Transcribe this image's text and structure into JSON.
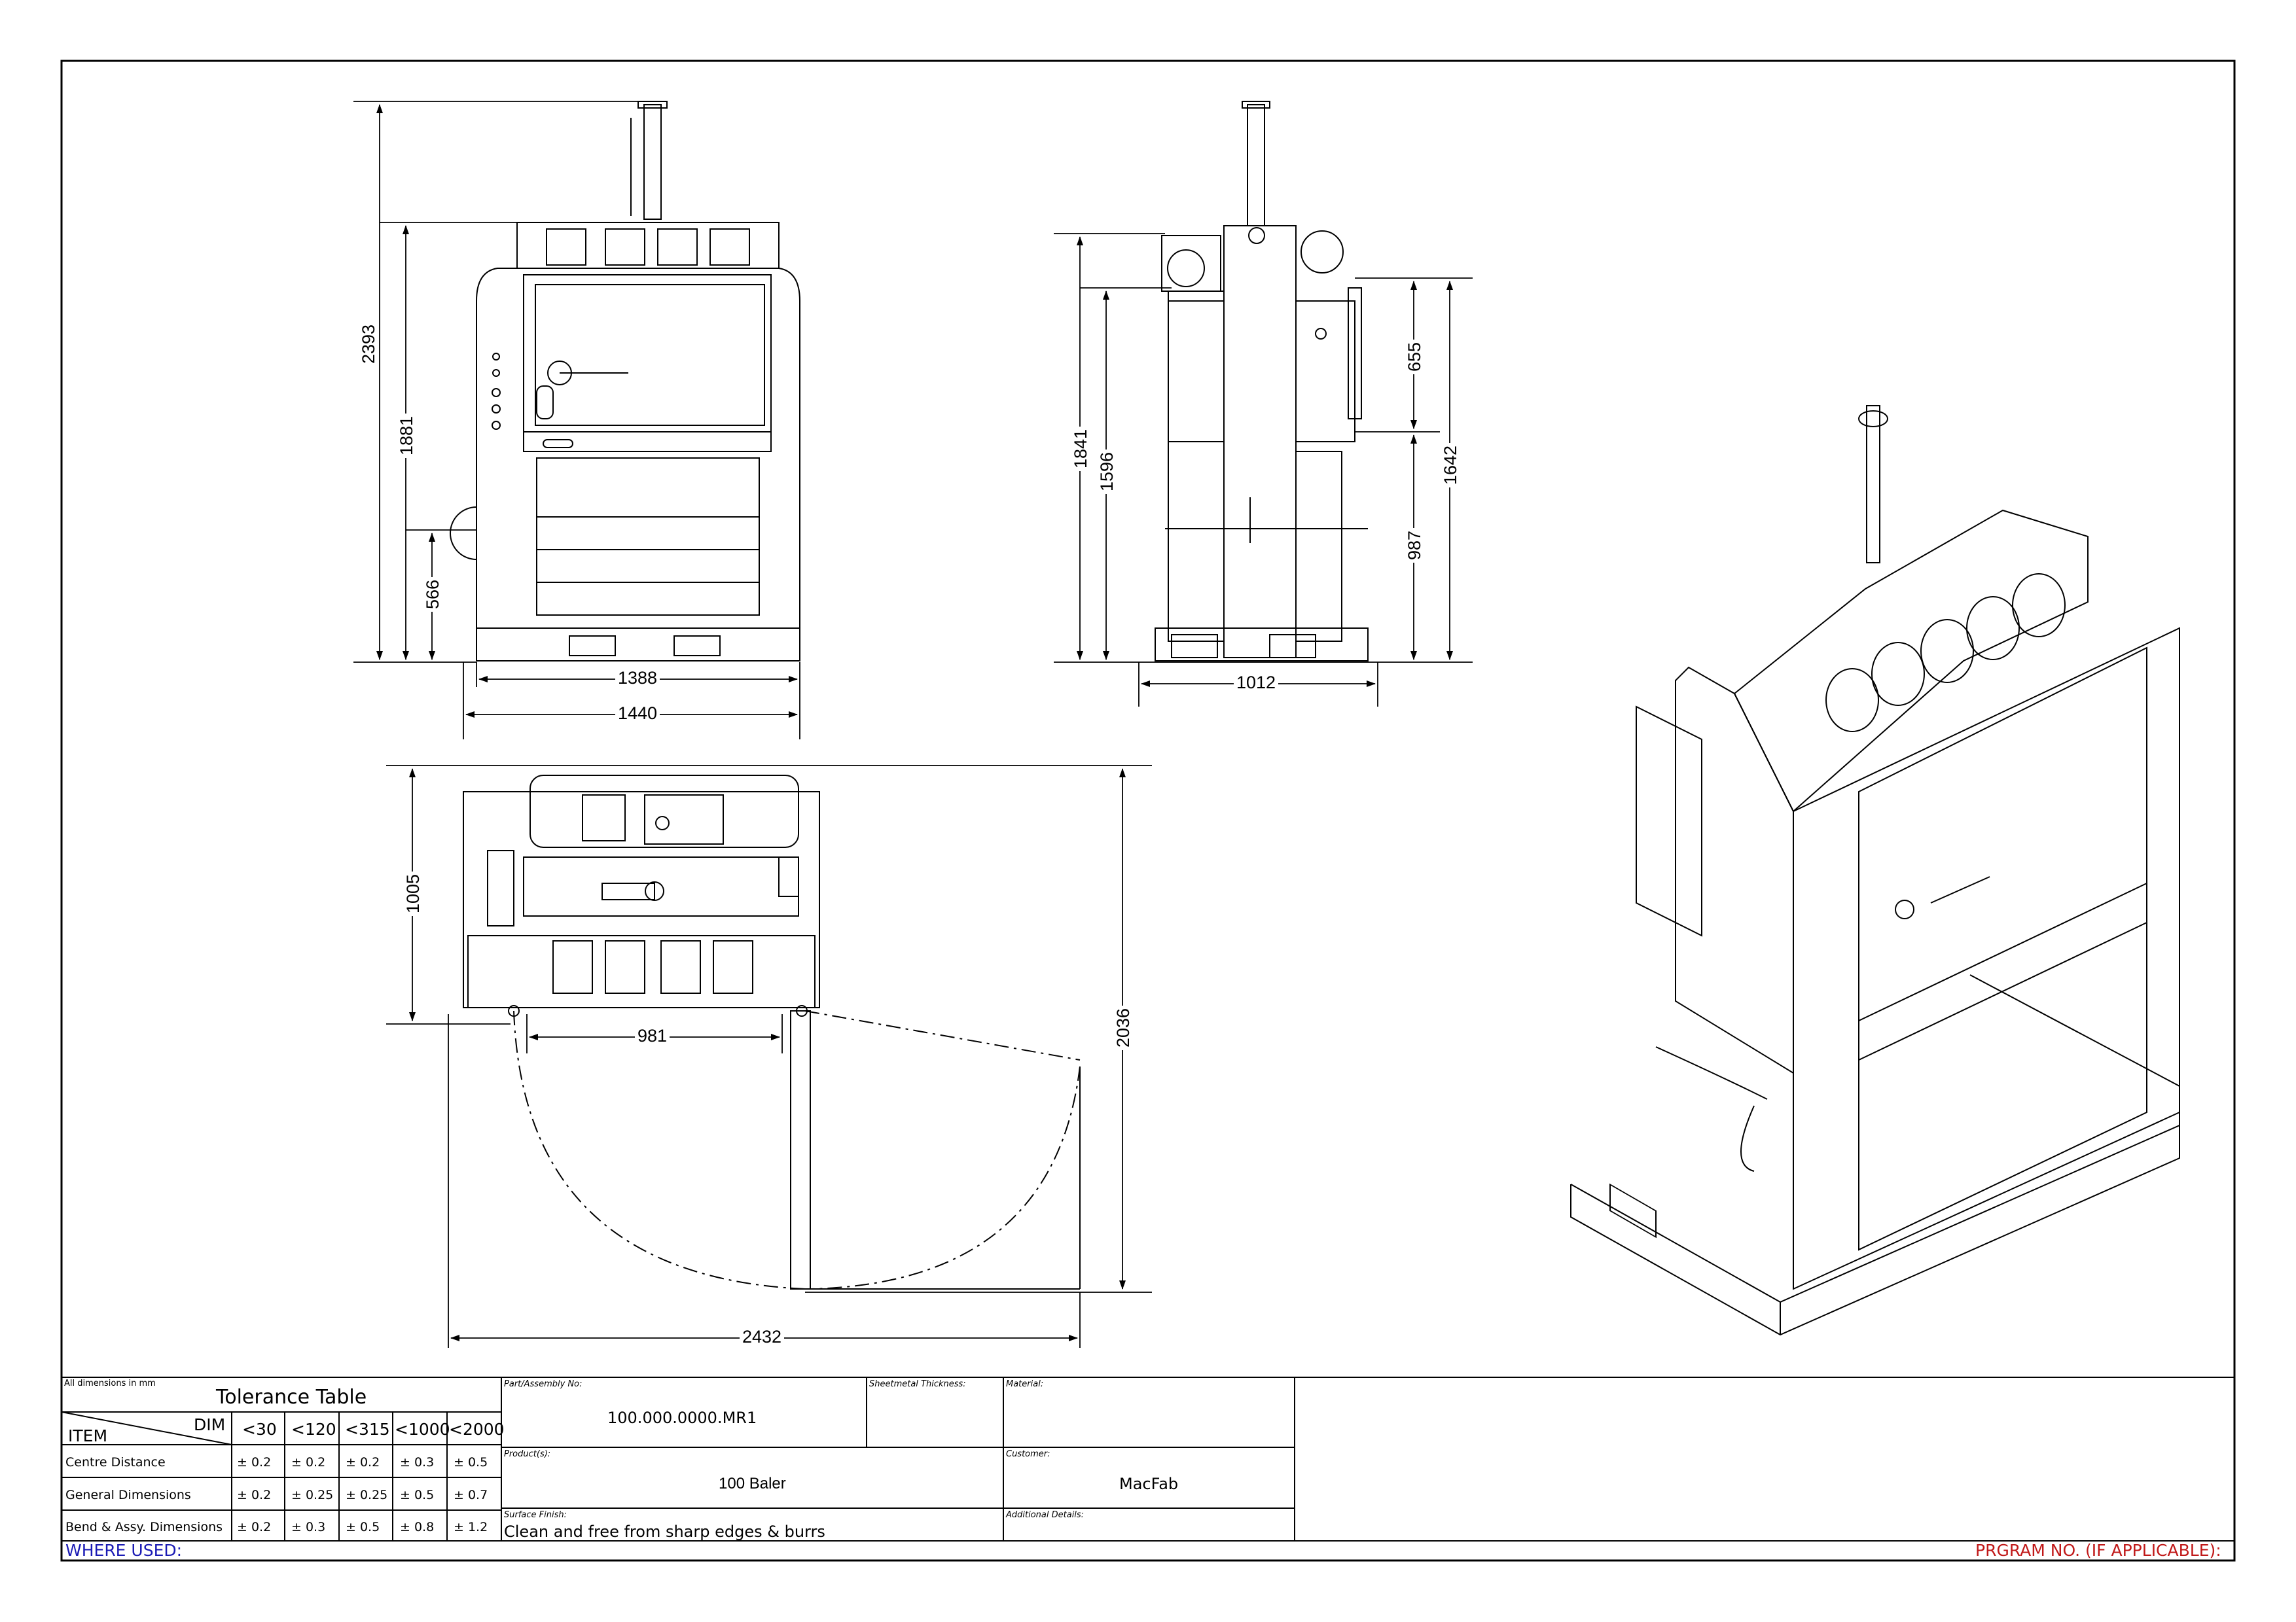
{
  "dimensions": {
    "front_overall_height": "2393",
    "front_body_height": "1881",
    "front_lower_height": "566",
    "front_inner_width": "1388",
    "front_outer_width": "1440",
    "side_height_1": "1841",
    "side_height_2": "1596",
    "side_depth": "1012",
    "side_upper_height": "655",
    "side_mid_height": "987",
    "side_total_height": "1642",
    "plan_depth": "1005",
    "plan_door_width": "981",
    "plan_door_swing_depth": "2036",
    "plan_door_swing_width": "2432"
  },
  "title_block": {
    "all_dims_note": "All dimensions in mm",
    "tolerance_title": "Tolerance Table",
    "col_dim": "DIM",
    "col_item": "ITEM",
    "col_headers": [
      "<30",
      "<120",
      "<315",
      "<1000",
      "<2000"
    ],
    "rows": [
      {
        "label": "Centre Distance",
        "values": [
          "± 0.2",
          "± 0.2",
          "± 0.2",
          "± 0.3",
          "± 0.5"
        ]
      },
      {
        "label": "General Dimensions",
        "values": [
          "± 0.2",
          "± 0.25",
          "± 0.25",
          "± 0.5",
          "± 0.7"
        ]
      },
      {
        "label": "Bend & Assy. Dimensions",
        "values": [
          "± 0.2",
          "± 0.3",
          "± 0.5",
          "± 0.8",
          "± 1.2"
        ]
      }
    ],
    "part_caption": "Part/Assembly No:",
    "part_value": "100.000.0000.MR1",
    "sheetmetal_caption": "Sheetmetal Thickness:",
    "material_caption": "Material:",
    "product_caption": "Product(s):",
    "product_value": "100 Baler",
    "customer_caption": "Customer:",
    "customer_value": "MacFab",
    "surface_caption": "Surface Finish:",
    "surface_value": "Clean and free from sharp edges & burrs",
    "additional_caption": "Additional Details:",
    "where_used": "WHERE USED:",
    "program_no": "PRGRAM NO. (IF APPLICABLE):"
  },
  "colors": {
    "line": "#000000",
    "where_used": "#1a1ab4",
    "program_no": "#c01818"
  }
}
